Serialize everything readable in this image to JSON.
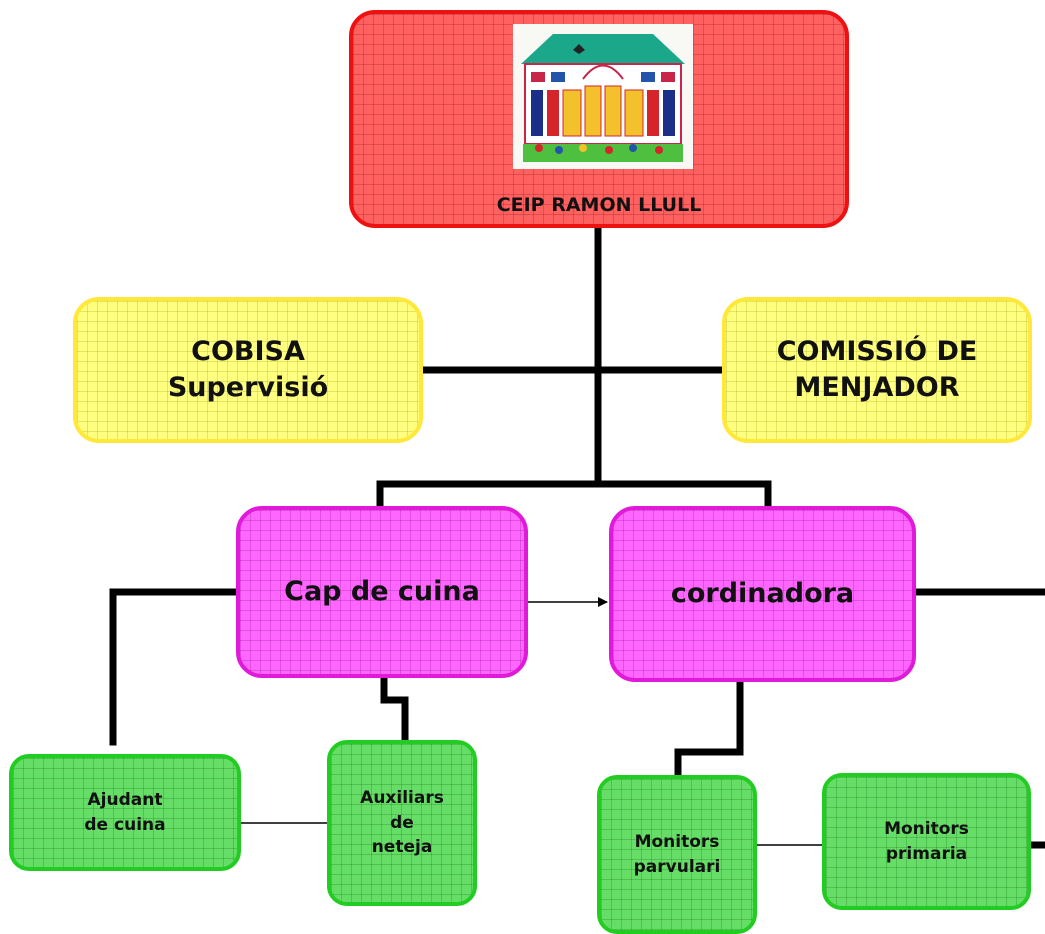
{
  "root": {
    "label": "CEIP RAMON LLULL",
    "logo": "school-building-drawing"
  },
  "advisors": {
    "left": {
      "lines": [
        "COBISA",
        "Supervisió"
      ]
    },
    "right": {
      "lines": [
        "COMISSIÓ DE",
        "MENJADOR"
      ]
    }
  },
  "managers": {
    "left": {
      "label": "Cap de cuina"
    },
    "right": {
      "label": "cordinadora"
    }
  },
  "staff": {
    "ajudant": {
      "lines": [
        "Ajudant",
        "de cuina"
      ]
    },
    "auxiliars": {
      "lines": [
        "Auxiliars",
        "de",
        "neteja"
      ]
    },
    "monitors_parvulari": {
      "lines": [
        "Monitors",
        "parvulari"
      ]
    },
    "monitors_primaria": {
      "lines": [
        "Monitors",
        "primaria"
      ]
    }
  },
  "colors": {
    "root": "#ff6060",
    "advisors": "#ffff80",
    "managers": "#ff66ff",
    "staff": "#66dd66",
    "connector": "#000000"
  }
}
